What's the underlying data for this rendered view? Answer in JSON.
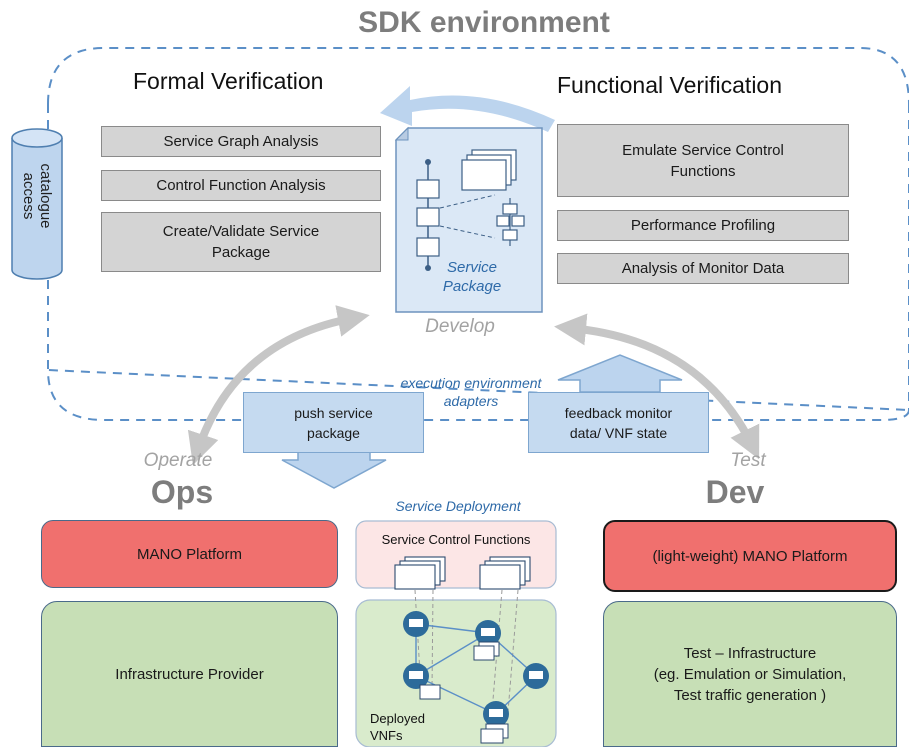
{
  "title": "SDK environment",
  "sections": {
    "formal": "Formal Verification",
    "functional": "Functional Verification"
  },
  "catalogue": {
    "line1": "catalogue",
    "line2": "access"
  },
  "formal_boxes": {
    "service_graph": "Service Graph Analysis",
    "control_function": "Control Function Analysis",
    "create_validate_line1": "Create/Validate Service",
    "create_validate_line2": "Package"
  },
  "functional_boxes": {
    "emulate_line1": "Emulate Service Control",
    "emulate_line2": "Functions",
    "performance": "Performance Profiling",
    "monitor": "Analysis of Monitor Data"
  },
  "package": {
    "line1": "Service",
    "line2": "Package"
  },
  "phases": {
    "develop": "Develop",
    "operate": "Operate",
    "test": "Test"
  },
  "adapters": {
    "line1": "execution environment",
    "line2": "adapters"
  },
  "push": {
    "line1": "push service",
    "line2": "package"
  },
  "feedback": {
    "line1": "feedback monitor",
    "line2": "data/ VNF state"
  },
  "roles": {
    "ops": "Ops",
    "dev": "Dev"
  },
  "deployment": {
    "title": "Service Deployment",
    "scf": "Service Control Functions",
    "vnfs_line1": "Deployed",
    "vnfs_line2": "VNFs"
  },
  "ops_column": {
    "mano": "MANO Platform",
    "infra": "Infrastructure Provider"
  },
  "dev_column": {
    "mano": "(light-weight) MANO Platform",
    "infra_line1": "Test – Infrastructure",
    "infra_line2": "(eg. Emulation or Simulation,",
    "infra_line3": "Test traffic generation )"
  },
  "colors": {
    "gray_box": "#d4d4d4",
    "blue_box": "#c5daf0",
    "red_box": "#f0706e",
    "green_box": "#c7dfb6",
    "accent_text": "#2e6aa8",
    "dashed_frame": "#5b8fc7"
  }
}
